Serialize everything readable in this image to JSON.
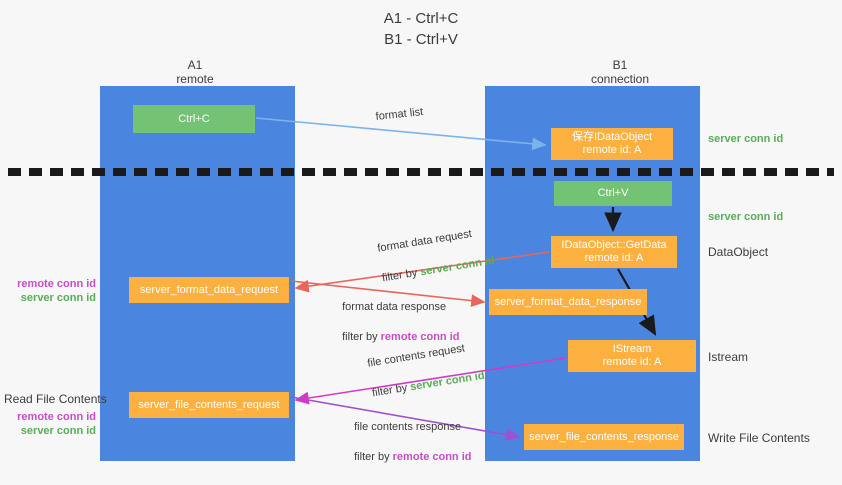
{
  "title": "A1 - Ctrl+C\nB1 - Ctrl+V",
  "colors": {
    "lane": "#4a86df",
    "green_box": "#74c274",
    "orange_box": "#fbb040",
    "server_conn_id": "#5aab5a",
    "remote_conn_id": "#c44fc4",
    "arrow_blue": "#7cb3e8",
    "arrow_red": "#e8655a",
    "arrow_magenta": "#d637c8",
    "arrow_purple": "#a050d0",
    "arrow_black": "#1a1a1a",
    "background": "#f7f7f7"
  },
  "columns": [
    {
      "name": "A1",
      "subtitle": "remote"
    },
    {
      "name": "B1",
      "subtitle": "connection"
    }
  ],
  "boxes": {
    "ctrl_c": "Ctrl+C",
    "save_dataobject": "保存IDataObject\nremote id: A",
    "ctrl_v": "Ctrl+V",
    "getdata": "IDataObject::GetData\nremote id: A",
    "istream": "IStream\nremote id: A",
    "server_format_data_request": "server_format_data_request",
    "server_format_data_response": "server_format_data_response",
    "server_file_contents_request": "server_file_contents_request",
    "server_file_contents_response": "server_file_contents_response"
  },
  "right_labels": {
    "server_conn_id_top": "server conn id",
    "server_conn_id_mid": "server conn id",
    "dataobject": "DataObject",
    "istream": "Istream",
    "write_file_contents": "Write File Contents"
  },
  "left_labels": {
    "format_block": "remote conn id\nserver conn id",
    "read_file_contents": "Read File Contents",
    "file_block": "remote conn id\nserver conn id"
  },
  "captions": {
    "format_list": "format list",
    "format_data_request": {
      "line1": "format data request",
      "prefix": "filter by ",
      "highlight": "server conn id"
    },
    "format_data_response": {
      "line1": "format data response",
      "prefix": "filter by ",
      "highlight": "remote conn id"
    },
    "file_contents_request": {
      "line1": "file contents request",
      "prefix": "filter by ",
      "highlight": "server conn id"
    },
    "file_contents_response": {
      "line1": "file contents response",
      "prefix": "filter by ",
      "highlight": "remote conn id"
    }
  }
}
